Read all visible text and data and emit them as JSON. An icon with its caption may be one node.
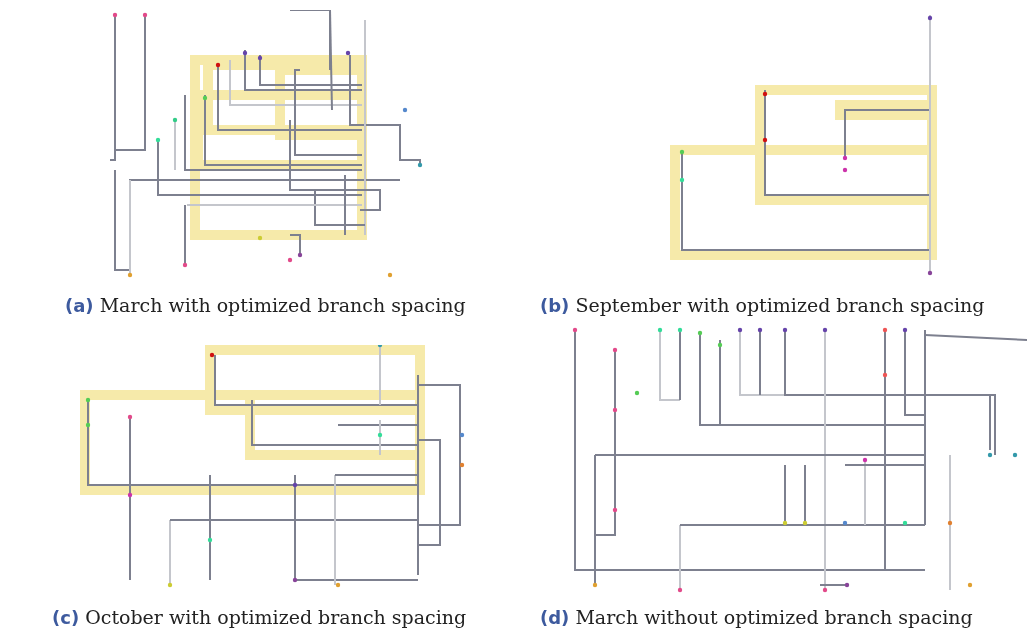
{
  "diagram": {
    "labels": [
      "**(a)** March with optimized branch spacing",
      "**(b)** September with optimized branch spacing",
      "**(c)** October with optimized branch spacing",
      "**(d)** March without optimized branch spacing"
    ]
  }
}
